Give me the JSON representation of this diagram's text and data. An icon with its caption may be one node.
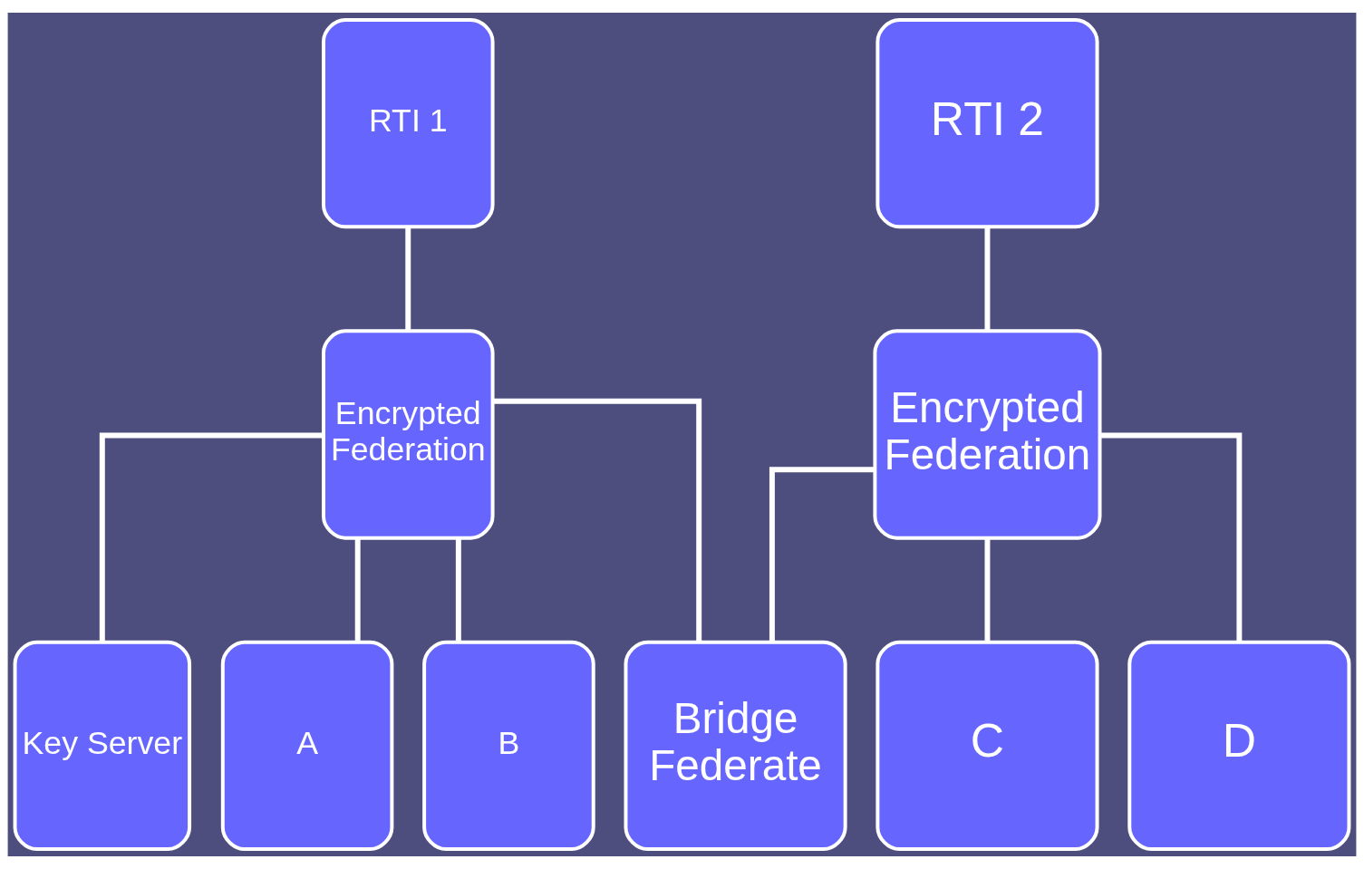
{
  "diagram": {
    "nodes": [
      {
        "text": [
          "RTI 1"
        ]
      },
      {
        "text": [
          "RTI 2"
        ]
      },
      {
        "text": [
          "Encrypted Federation"
        ]
      },
      {
        "text": [
          "Encrypted Federation"
        ]
      },
      {
        "text": [
          "Key Server"
        ]
      },
      {
        "text": [
          "A"
        ]
      },
      {
        "text": [
          "B"
        ]
      },
      {
        "text": [
          "Bridge Federate"
        ]
      },
      {
        "text": [
          "C"
        ]
      },
      {
        "text": [
          "D"
        ]
      }
    ],
    "edges": [
      {
        "from": 0,
        "to": 2,
        "arrow": "none"
      },
      {
        "from": 1,
        "to": 3,
        "arrow": "none"
      },
      {
        "from": 2,
        "to": 4,
        "arrow": "none"
      },
      {
        "from": 2,
        "to": 5,
        "arrow": "none"
      },
      {
        "from": 2,
        "to": 6,
        "arrow": "none"
      },
      {
        "from": 2,
        "to": 7,
        "arrow": "none"
      },
      {
        "from": 3,
        "to": 7,
        "arrow": "none"
      },
      {
        "from": 3,
        "to": 8,
        "arrow": "none"
      },
      {
        "from": 3,
        "to": 9,
        "arrow": "none"
      }
    ]
  }
}
